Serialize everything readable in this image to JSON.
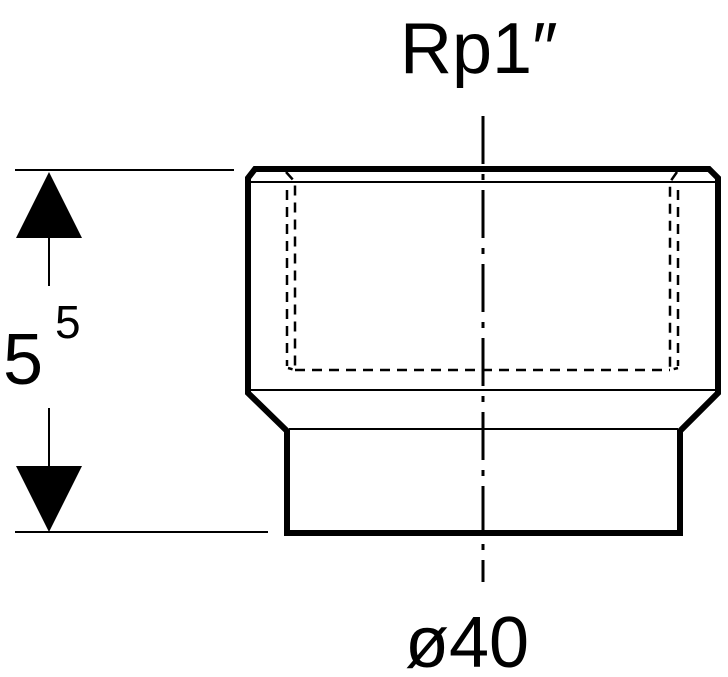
{
  "labels": {
    "thread": "Rp1″",
    "diameter": "ø40",
    "height_base": "5",
    "height_sup": "5"
  },
  "colors": {
    "line": "#000000",
    "background": "#ffffff"
  }
}
